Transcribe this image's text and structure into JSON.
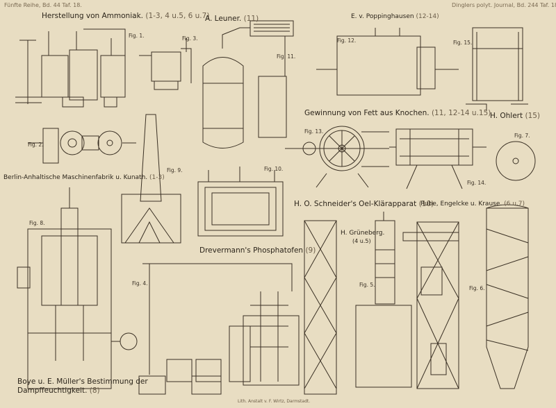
{
  "header": {
    "left": "Fünfte Reihe, Bd. 44 Taf. 18.",
    "right": "Dinglers polyt. Journal, Bd. 244 Taf. 18."
  },
  "titles": {
    "ammoniak": "Herstellung von Ammoniak.",
    "ammoniak_ref": "(1-3, 4 u.5, 6 u.7)",
    "leuner": "A. Leuner.",
    "leuner_ref": "(11)",
    "poppinghausen": "E. v. Poppinghausen",
    "poppinghausen_ref": "(12-14)",
    "fett": "Gewinnung von Fett aus Knochen.",
    "fett_ref": "(11, 12-14 u.15)",
    "ohlert": "H. Ohlert",
    "ohlert_ref": "(15)",
    "berlin": "Berlin-Anhaltische Maschinenfabrik u. Kunath.",
    "berlin_ref": "(1-3)",
    "schneider": "H. O. Schneider's Oel-Klärapparat",
    "schneider_ref": "(10)",
    "rube": "Rube, Engelcke u. Krause.",
    "rube_ref": "(6 u.7)",
    "drevermann": "Drevermann's Phosphatofen",
    "drevermann_ref": "(9)",
    "gruneberg": "H. Grüneberg.",
    "gruneberg_ref": "(4 u.5)",
    "boye": "Boye u. E. Müller's Bestimmung der",
    "boye2": "Dampffeuchtigkeit.",
    "boye_ref": "(8)"
  },
  "figures": {
    "f1": "Fig. 1.",
    "f2": "Fig. 2.",
    "f3": "Fig. 3.",
    "f4": "Fig. 4.",
    "f5": "Fig. 5.",
    "f6": "Fig. 6.",
    "f7": "Fig. 7.",
    "f8": "Fig. 8.",
    "f9": "Fig. 9.",
    "f10": "Fig. 10.",
    "f11": "Fig. 11.",
    "f12": "Fig. 12.",
    "f13": "Fig. 13.",
    "f14": "Fig. 14.",
    "f15": "Fig. 15."
  },
  "footer": {
    "lith": "Lith. Anstalt v. F. Wirtz, Darmstadt."
  },
  "colors": {
    "paper": "#e8ddc2",
    "ink": "#3a3024",
    "stripe": "#b9a98a"
  }
}
